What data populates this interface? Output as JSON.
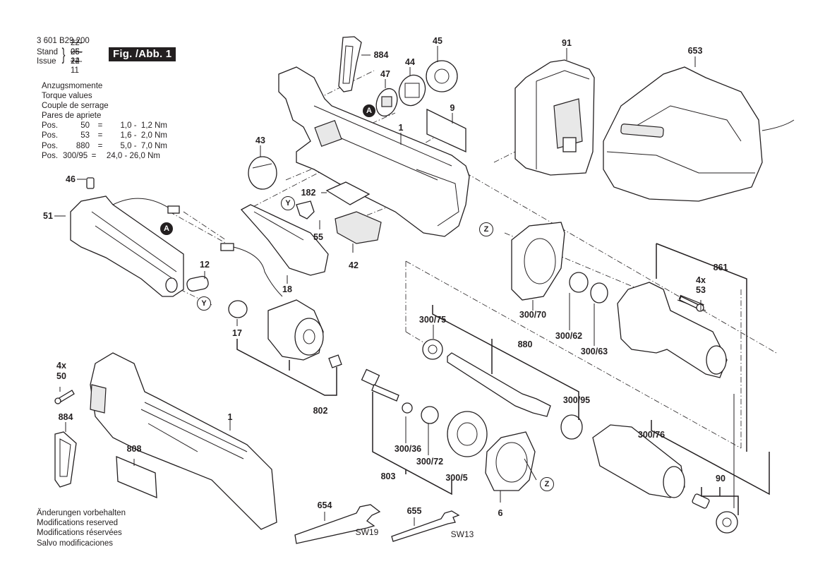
{
  "header": {
    "doc_number": "3 601 B29 200",
    "stand_label": "Stand",
    "issue_label": "Issue",
    "stand_old_date": "22-06-24",
    "issue_date": "25-12-11",
    "figure_badge": "Fig. /Abb. 1"
  },
  "torque": {
    "lines": [
      "Anzugsmomente",
      "Torque values",
      "Couple de serrage",
      "Pares de apriete"
    ],
    "rows": [
      {
        "pos_label": "Pos.",
        "pos": "50",
        "eq": "=",
        "range": "1,0 -  1,2 Nm"
      },
      {
        "pos_label": "Pos.",
        "pos": "53",
        "eq": "=",
        "range": "1,6 -  2,0 Nm"
      },
      {
        "pos_label": "Pos.",
        "pos": "880",
        "eq": "=",
        "range": "5,0 -  7,0 Nm"
      },
      {
        "pos_label": "Pos.",
        "pos": "300/95",
        "eq": "=",
        "range": "24,0 - 26,0 Nm"
      }
    ]
  },
  "notes": [
    "Änderungen vorbehalten",
    "Modifications reserved",
    "Modifications réservées",
    "Salvo modificaciones"
  ],
  "callouts": {
    "a": "A",
    "y": "Y",
    "z": "Z"
  },
  "parts": {
    "p884_top": "884",
    "p45": "45",
    "p44": "44",
    "p47": "47",
    "p9": "9",
    "p1_top": "1",
    "p91": "91",
    "p653": "653",
    "p43": "43",
    "p46": "46",
    "p51": "51",
    "p182": "182",
    "p55": "55",
    "p42": "42",
    "p18": "18",
    "p12": "12",
    "p17": "17",
    "p802": "802",
    "p300_70": "300/70",
    "p300_62": "300/62",
    "p300_63": "300/63",
    "p861": "861",
    "p53_qty": "4x",
    "p53": "53",
    "p300_75": "300/75",
    "p880": "880",
    "p300_95": "300/95",
    "p50_qty": "4x",
    "p50": "50",
    "p884_bottom": "884",
    "p1_bottom": "1",
    "p808": "808",
    "p300_36": "300/36",
    "p300_72": "300/72",
    "p803": "803",
    "p300_5": "300/5",
    "p300_76": "300/76",
    "p90": "90",
    "p6": "6",
    "p654": "654",
    "p655": "655"
  },
  "wrench_sizes": {
    "sw19": "SW19",
    "sw13": "SW13"
  }
}
